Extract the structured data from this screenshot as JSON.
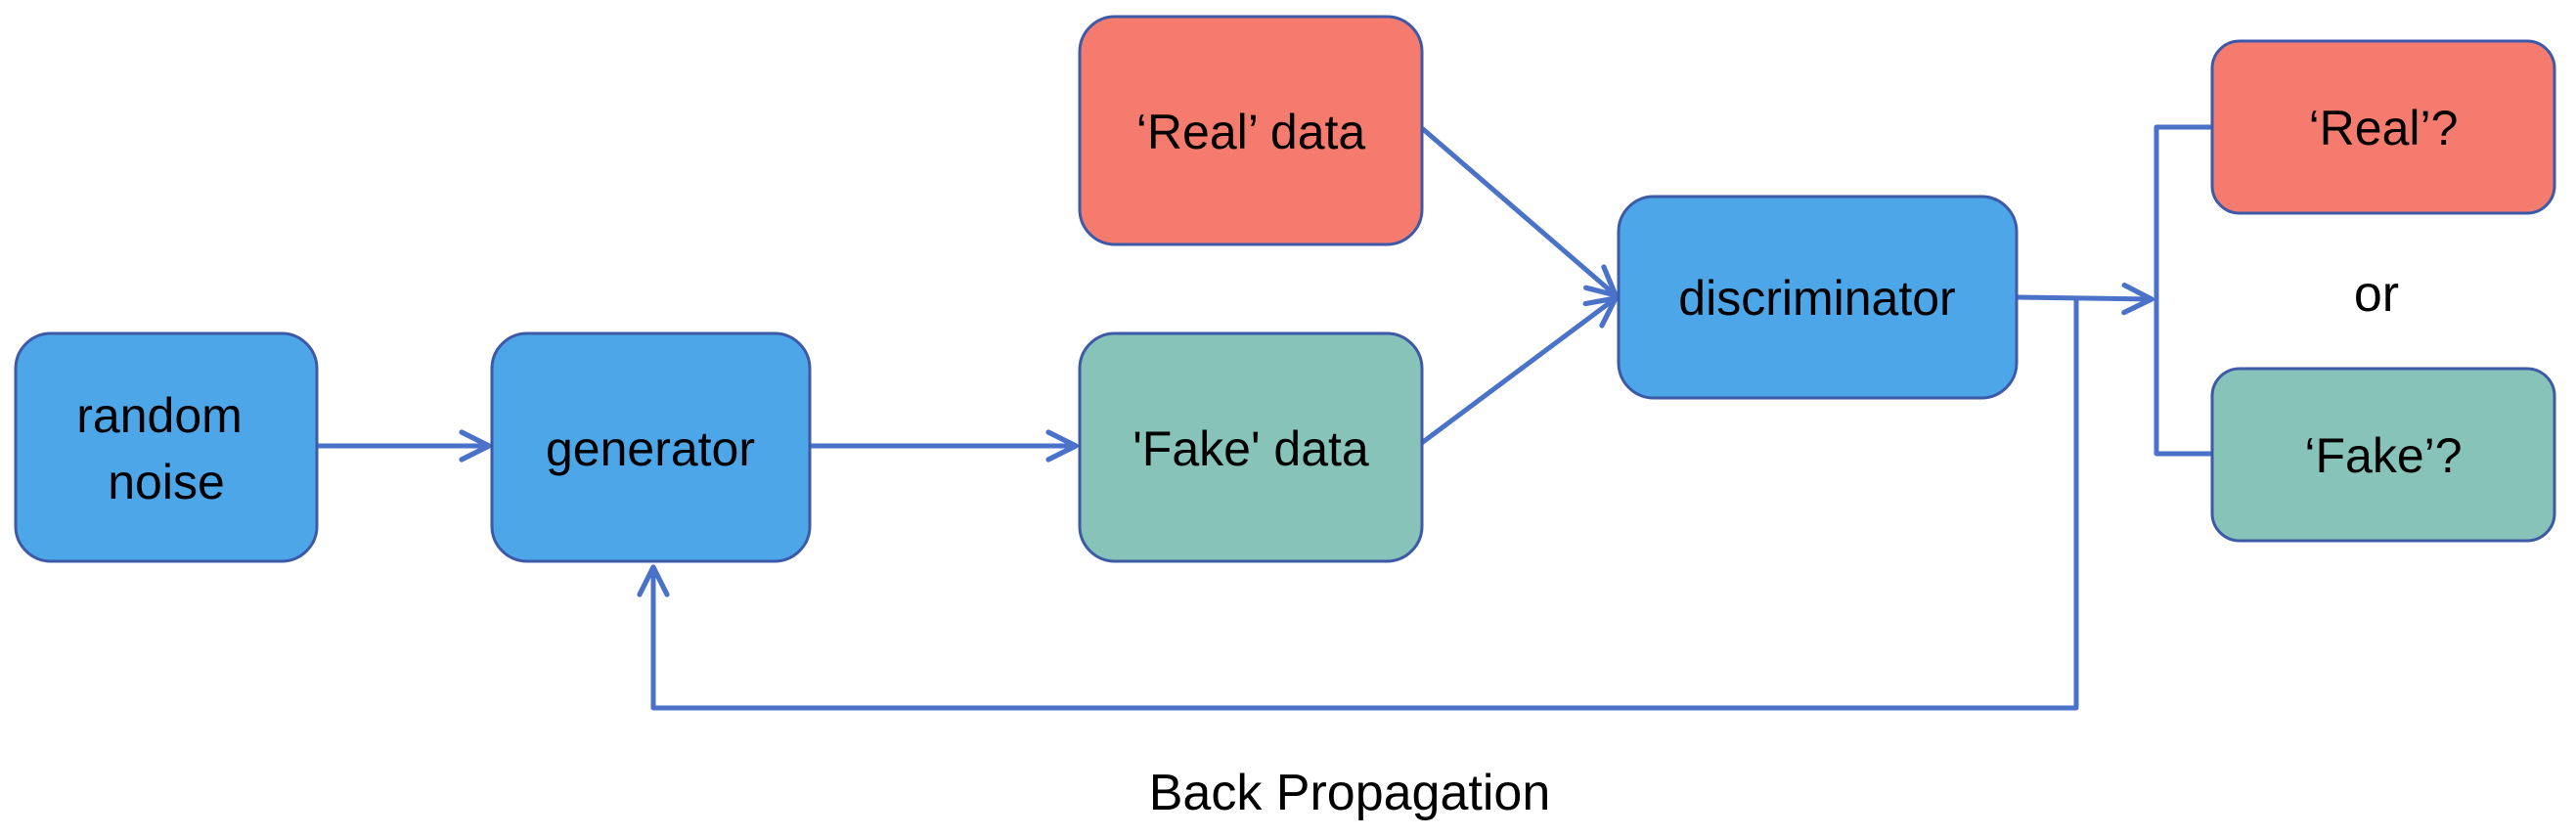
{
  "colors": {
    "blue": "#4da6e8",
    "red": "#f57b6f",
    "green": "#87c3b8",
    "edge": "#4a72c9"
  },
  "nodes": {
    "random_noise": [
      "random",
      "noise"
    ],
    "generator": "generator",
    "fake_data": "'Fake' data",
    "real_data": "‘Real’ data",
    "discriminator": "discriminator",
    "real_out": "‘Real’?",
    "fake_out": "‘Fake’?"
  },
  "labels": {
    "or": "or",
    "back_propagation": "Back Propagation"
  }
}
